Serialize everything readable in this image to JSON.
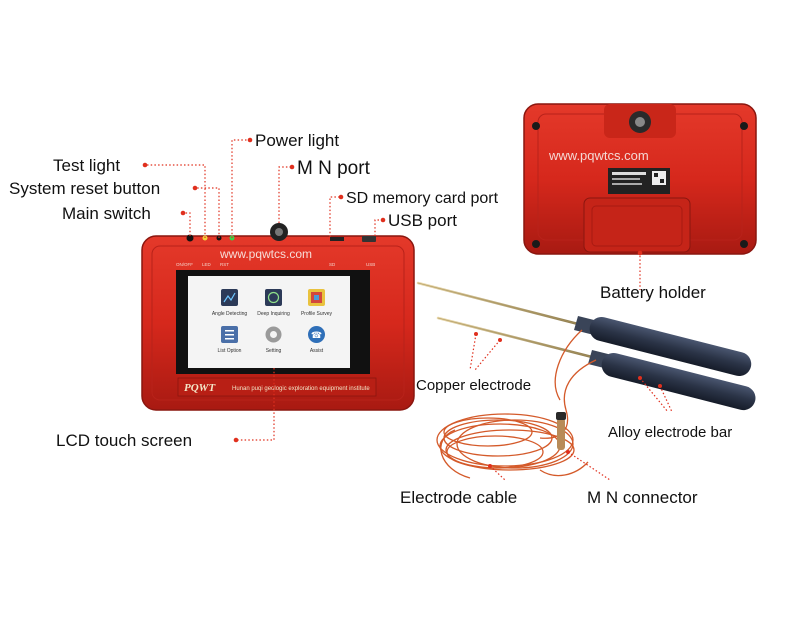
{
  "watermark": "www.pqwtcs.com",
  "brand": "PQWT",
  "institute_text": "Hunan puqi geologic exploration equipment institute",
  "port_labels": {
    "onoff": "ON/OFF",
    "led": "LED",
    "rst": "RST",
    "sd": "SD",
    "usb": "USB"
  },
  "screen_apps": [
    {
      "label": "Angle Detecting",
      "icon": "angle-icon"
    },
    {
      "label": "Deep Inquiring",
      "icon": "inquiry-icon"
    },
    {
      "label": "Profile Survey",
      "icon": "profile-icon"
    },
    {
      "label": "List Option",
      "icon": "list-icon"
    },
    {
      "label": "Setting",
      "icon": "gear-icon"
    },
    {
      "label": "Assist",
      "icon": "phone-icon"
    }
  ],
  "callouts": {
    "power_light": "Power light",
    "test_light": "Test light",
    "mn_port": "M N port",
    "system_reset": "System reset button",
    "sd_port": "SD memory card port",
    "main_switch": "Main switch",
    "usb_port": "USB port",
    "battery_holder": "Battery holder",
    "copper_electrode": "Copper electrode",
    "alloy_bar": "Alloy electrode bar",
    "lcd": "LCD touch screen",
    "electrode_cable": "Electrode cable",
    "mn_connector": "M N connector"
  },
  "colors": {
    "device_red": "#d6281c",
    "device_dark_red": "#a81a12",
    "callout_red": "#e0301e",
    "screen_bg": "#f4f4f4",
    "handle": "#2b3447",
    "cable": "#d45a2a"
  }
}
